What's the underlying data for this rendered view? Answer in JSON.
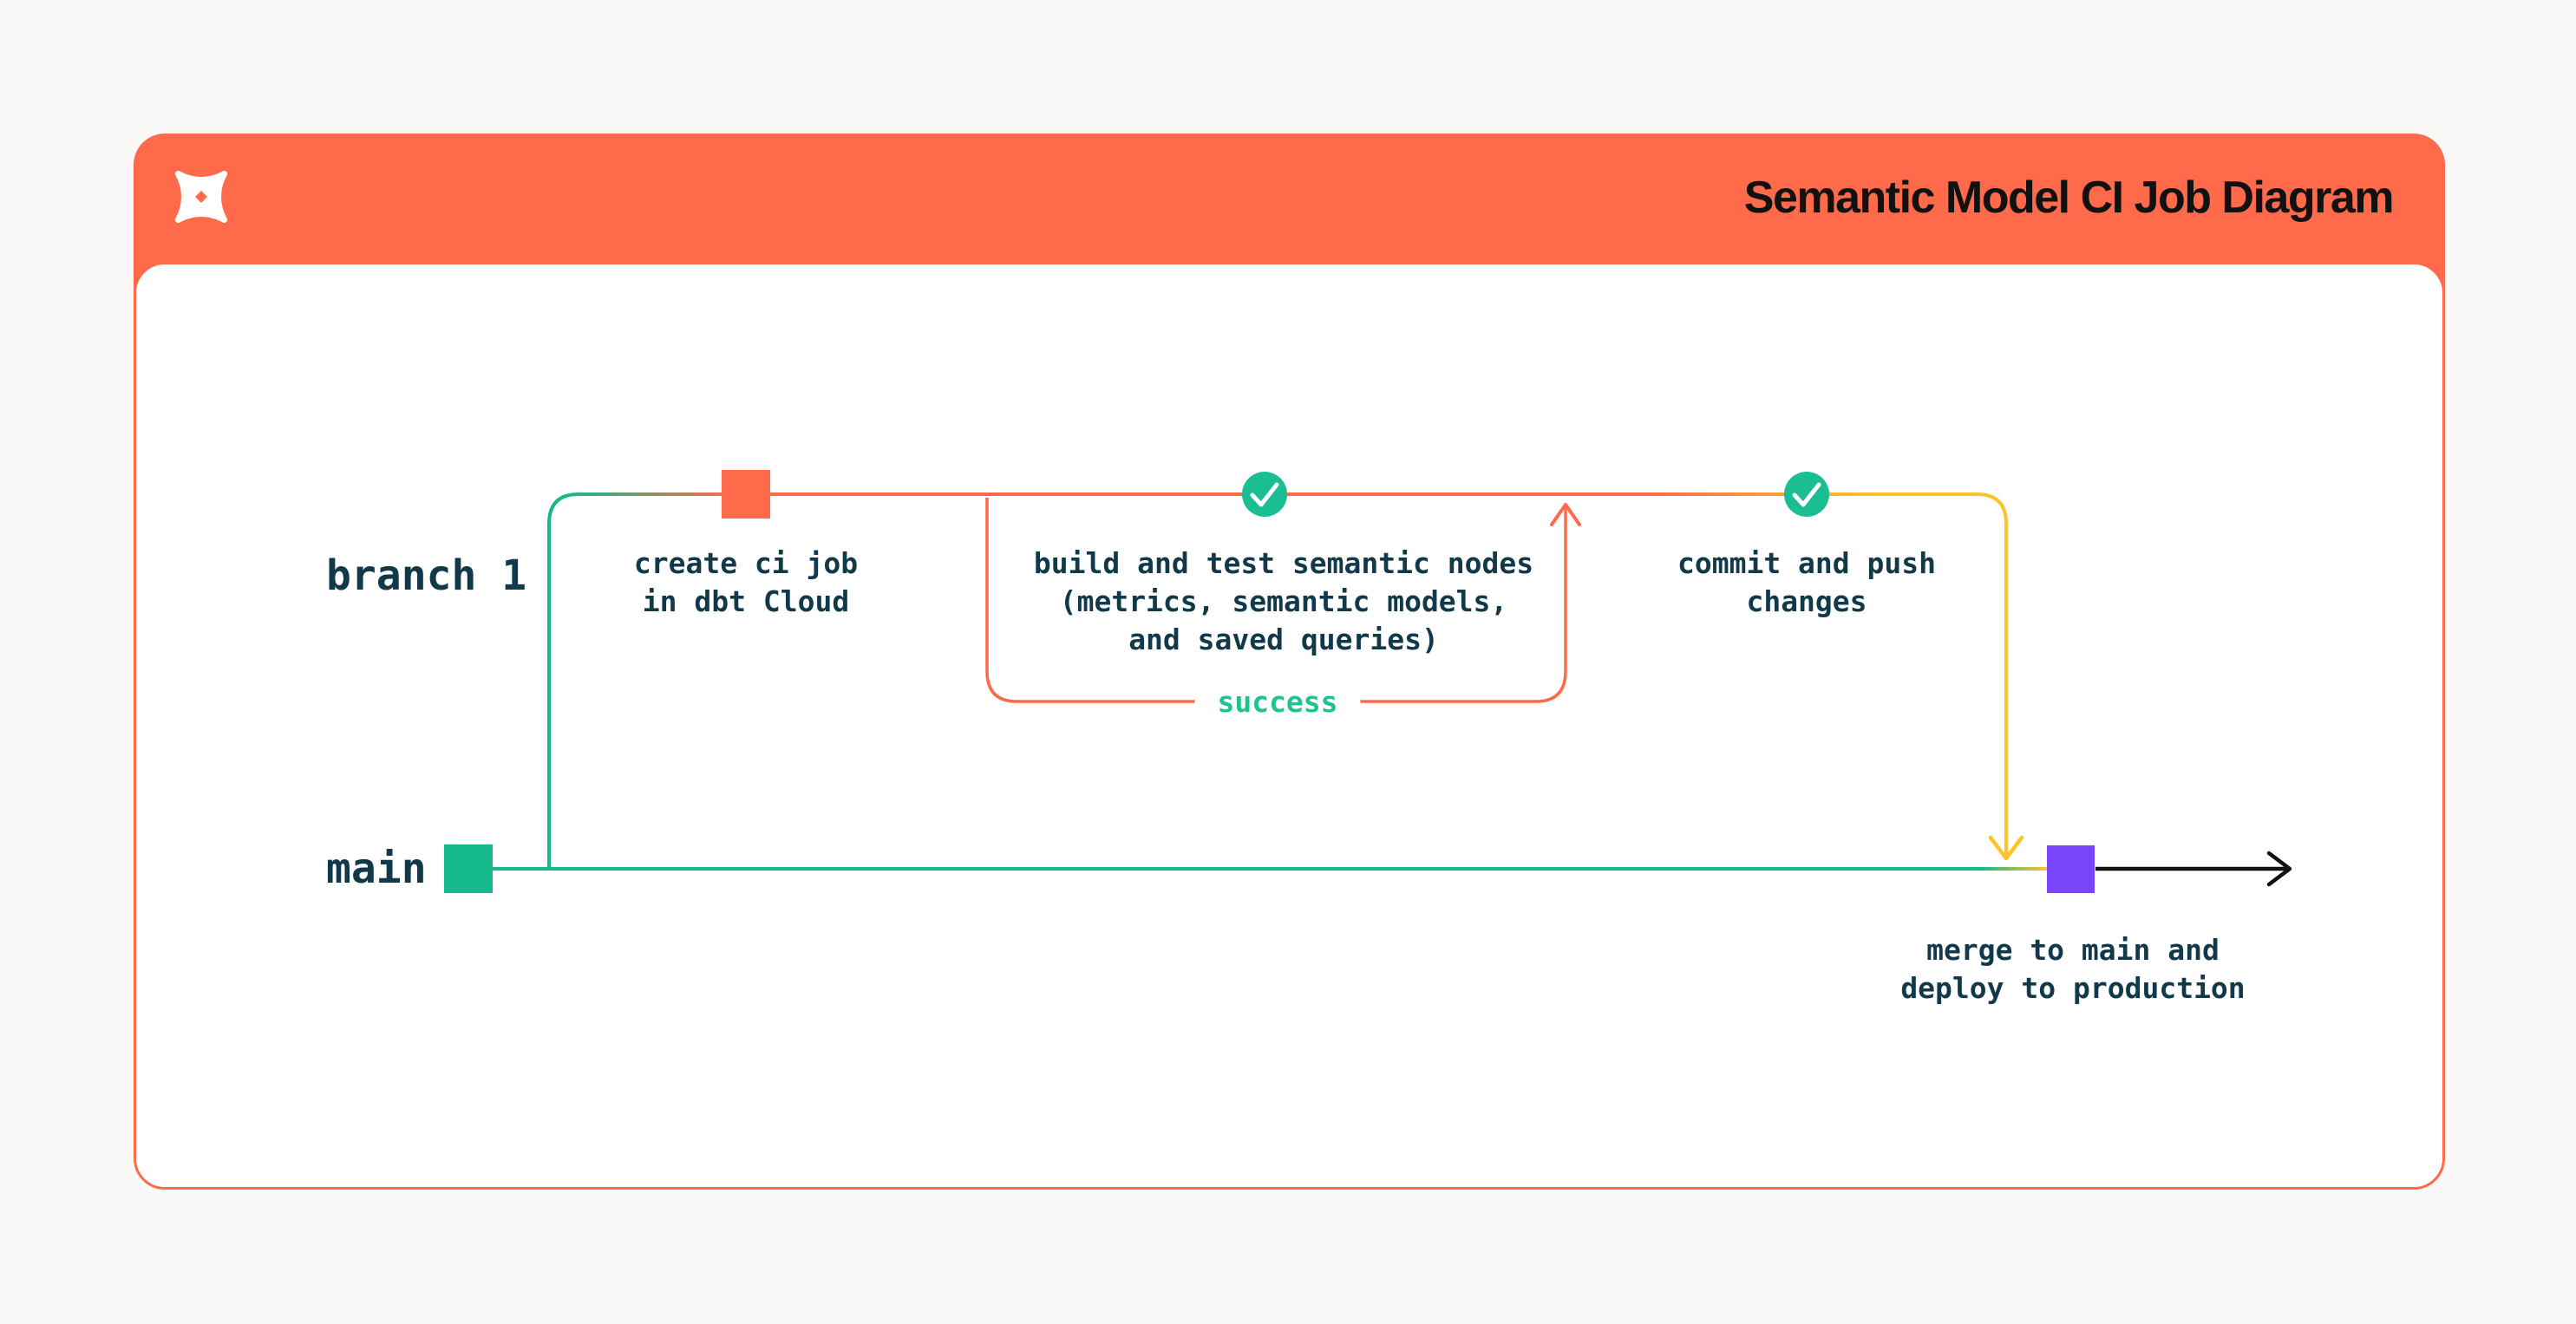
{
  "header": {
    "title": "Semantic Model CI Job Diagram",
    "logo_icon": "dbt-logo"
  },
  "diagram": {
    "lanes": [
      {
        "label": "branch 1"
      },
      {
        "label": "main"
      }
    ],
    "nodes": {
      "create_ci_job": "create ci job\nin dbt Cloud",
      "build_test": "build and test semantic nodes\n(metrics, semantic models,\nand saved queries)",
      "success": "success",
      "commit_push": "commit and push\nchanges",
      "merge_deploy": "merge to main and\ndeploy to production"
    },
    "icons": {
      "check": "check-circle-icon",
      "arrow_up": "arrowhead-up-icon",
      "arrow_down": "arrowhead-down-icon",
      "arrow_right": "arrowhead-right-icon"
    }
  },
  "colors": {
    "accent_orange": "#FF6A4A",
    "green": "#15B98B",
    "check_green": "#1BBE93",
    "success_green": "#1FC38F",
    "yellow": "#FDC32B",
    "purple": "#7845FA",
    "ink": "#12394A",
    "title_black": "#111111"
  }
}
